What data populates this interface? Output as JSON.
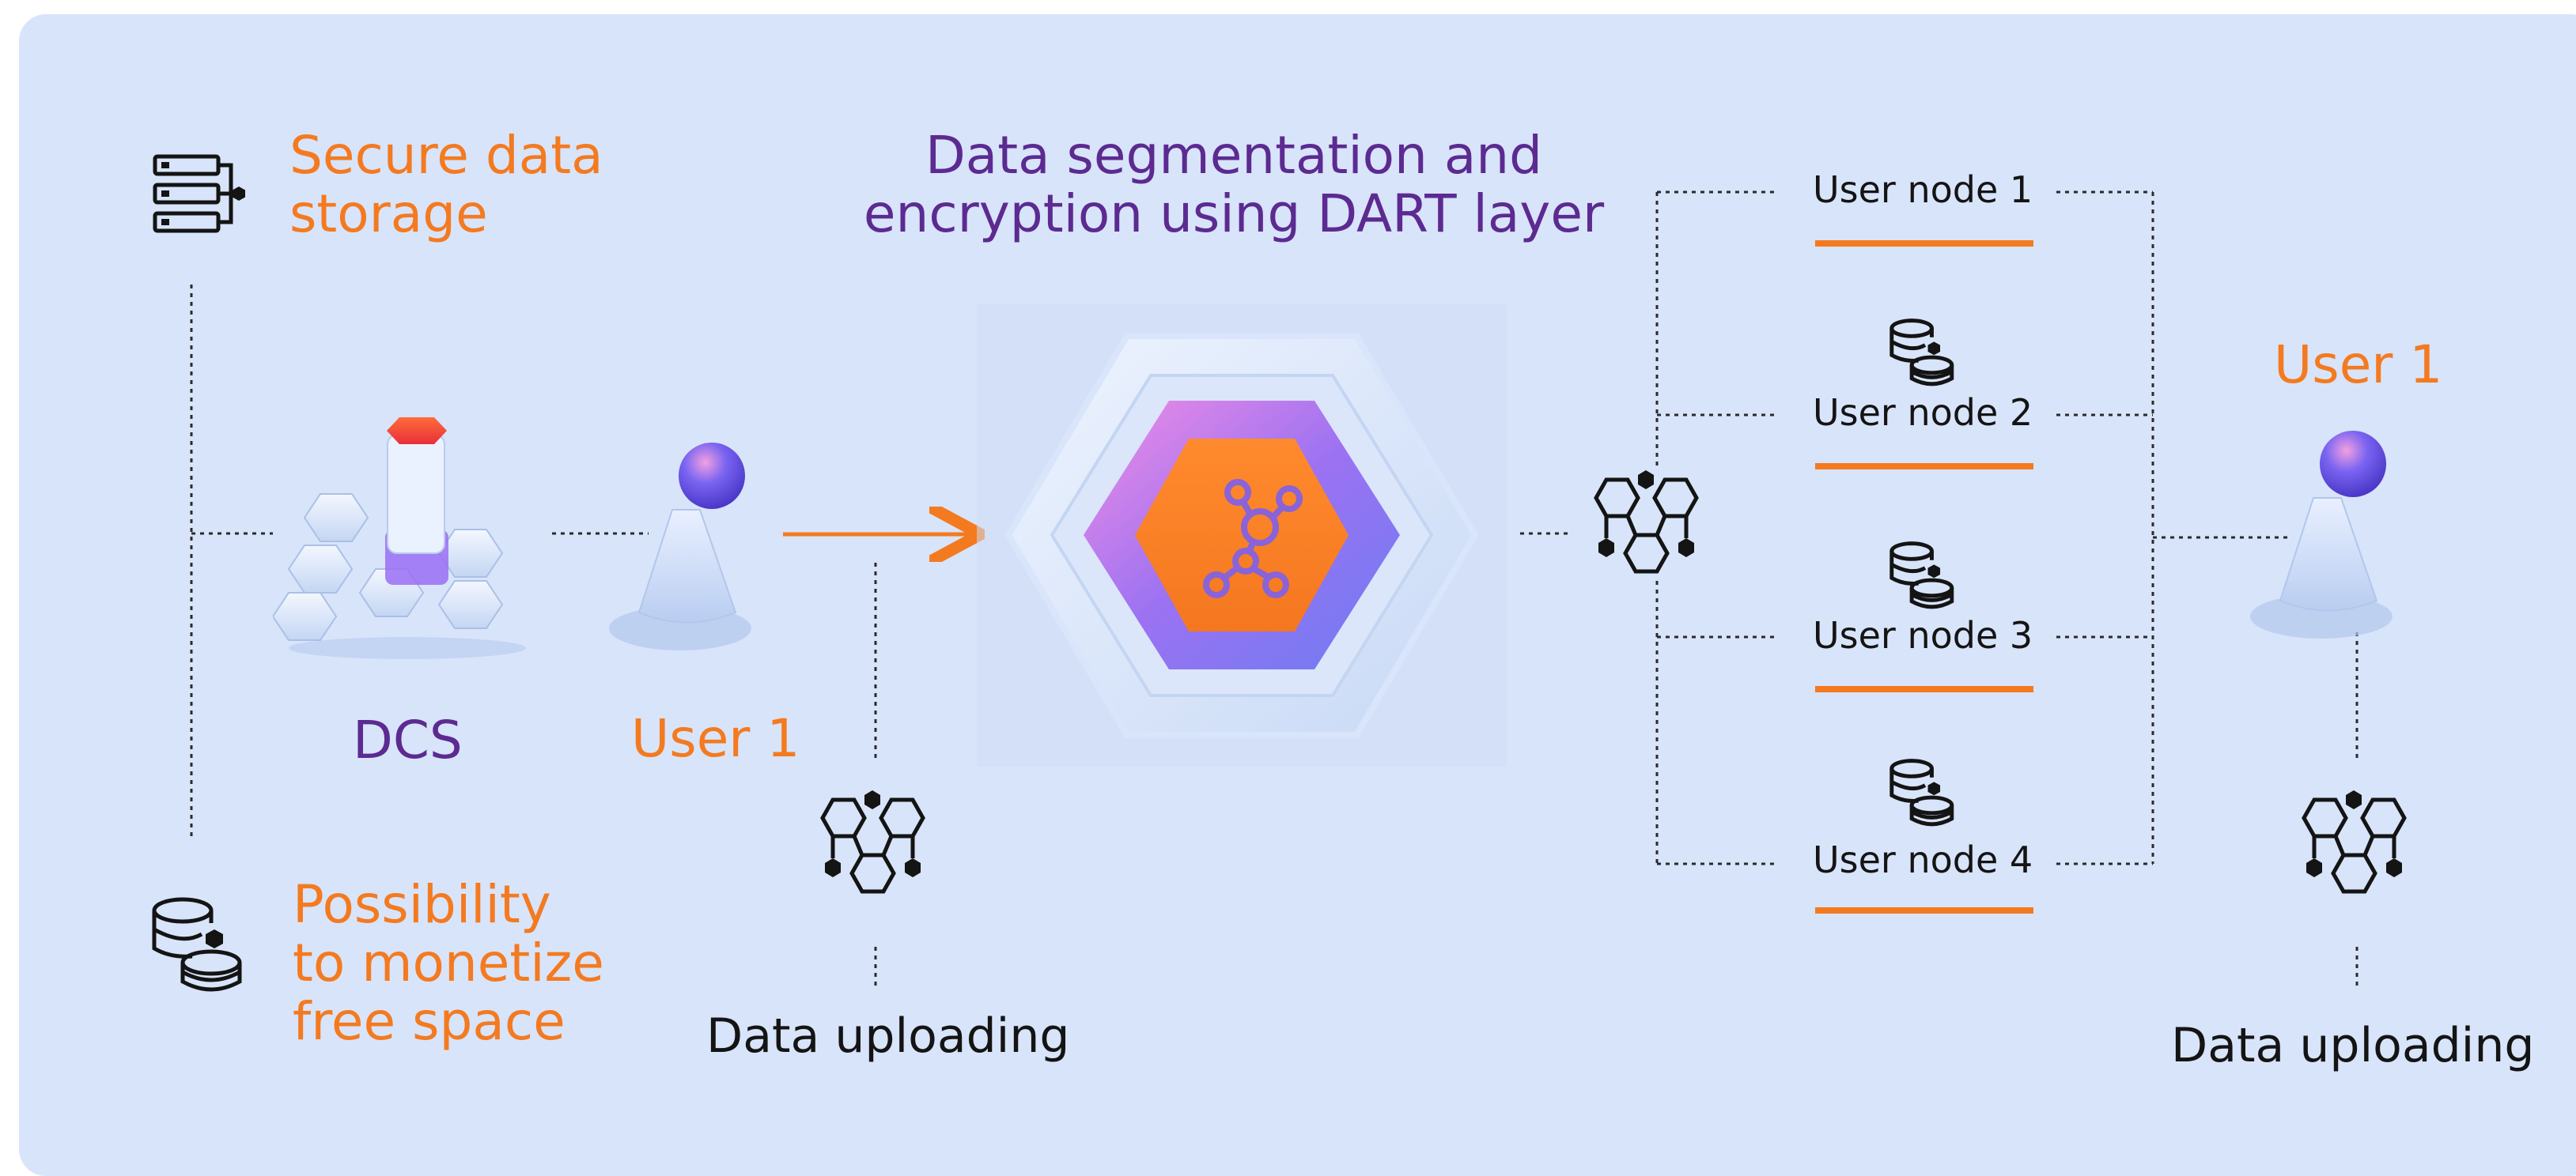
{
  "colors": {
    "panel": "#d8e4f9",
    "accent_orange": "#f47a20",
    "accent_purple": "#5c2a91",
    "line": "#2a2a2a"
  },
  "left": {
    "secure_storage": [
      "Secure data",
      "storage"
    ],
    "monetize": [
      "Possibility",
      "to monetize",
      "free space"
    ],
    "dcs_label": "DCS",
    "server_icon": "server-rack-icon",
    "coins_icon": "database-coins-icon"
  },
  "center": {
    "title": [
      "Data segmentation and",
      "encryption using DART layer"
    ],
    "user_label": "User 1",
    "upload_label": "Data uploading",
    "hex_icon": "honeycomb-icon",
    "core_icon": "network-hub-icon"
  },
  "nodes": {
    "items": [
      {
        "label": "User node 1"
      },
      {
        "label": "User node 2"
      },
      {
        "label": "User node 3"
      },
      {
        "label": "User node 4"
      }
    ],
    "node_icon": "database-coins-icon"
  },
  "right": {
    "user_label": "User 1",
    "upload_label": "Data uploading"
  }
}
